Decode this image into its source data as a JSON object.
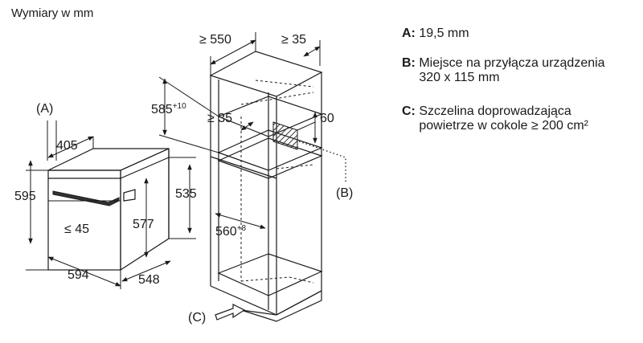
{
  "title": "Wymiary w mm",
  "legend": [
    {
      "key": "A:",
      "text": "19,5 mm"
    },
    {
      "key": "B:",
      "text": "Miejsce na przyłącza urządzenia",
      "text2": "320 x 115 mm"
    },
    {
      "key": "C:",
      "text": "Szczelina doprowadzająca",
      "text2": "powietrze w cokole ≥ 200 cm²"
    }
  ],
  "oven": {
    "callout_a": "(A)",
    "dim_depth_panel": "405",
    "dim_height": "595",
    "dim_width": "594",
    "dim_panel_gap": "≤ 45",
    "dim_body_height": "577",
    "dim_front_height": "535",
    "dim_depth": "548"
  },
  "cabinet": {
    "dim_min_depth": "≥ 550",
    "dim_back_gap": "≥ 35",
    "dim_opening_height": "585",
    "dim_opening_height_tol": "+10",
    "dim_gap_top": "≥ 35",
    "dim_b_width": "60",
    "dim_opening_width": "560",
    "dim_opening_width_tol": "+8",
    "callout_b": "(B)",
    "callout_c": "(C)"
  }
}
